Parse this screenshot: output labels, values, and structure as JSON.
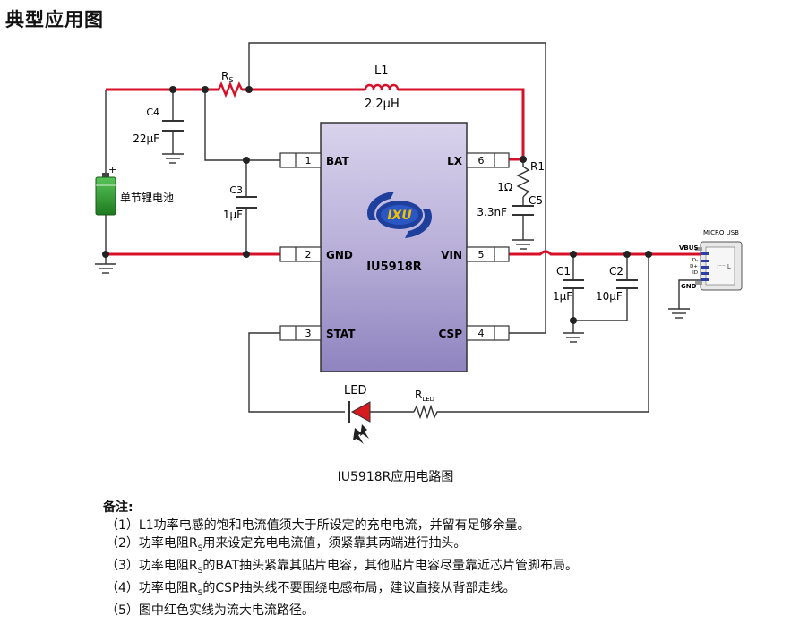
{
  "title": "典型应用图",
  "chip": {
    "logo": "IXU",
    "part": "IU5918R",
    "pins_left": [
      {
        "num": "1",
        "name": "BAT"
      },
      {
        "num": "2",
        "name": "GND"
      },
      {
        "num": "3",
        "name": "STAT"
      }
    ],
    "pins_right": [
      {
        "num": "6",
        "name": "LX"
      },
      {
        "num": "5",
        "name": "VIN"
      },
      {
        "num": "4",
        "name": "CSP"
      }
    ]
  },
  "components": {
    "rs": {
      "label": "R",
      "sub": "S"
    },
    "l1": {
      "label": "L1",
      "value": "2.2μH"
    },
    "c4": {
      "label": "C4",
      "value": "22μF"
    },
    "c3": {
      "label": "C3",
      "value": "1μF"
    },
    "battery": {
      "plus": "+",
      "label": "单节锂电池"
    },
    "r1": {
      "label": "R1",
      "value": "1Ω"
    },
    "c5": {
      "label": "C5",
      "value": "3.3nF"
    },
    "c1": {
      "label": "C1",
      "value": "1μF"
    },
    "c2": {
      "label": "C2",
      "value": "10μF"
    },
    "led": {
      "label": "LED"
    },
    "rled": {
      "label": "R",
      "sub": "LED"
    },
    "usb": {
      "title": "MICRO USB",
      "vbus": "VBUS",
      "gnd": "GND",
      "pins": [
        "D-",
        "D+",
        "ID"
      ]
    }
  },
  "colors": {
    "power_path": "#d7102a",
    "wire": "#333333",
    "chip_fill": "#b9b0d9",
    "logo_blue": "#1f3f9c",
    "logo_yellow": "#f2c200",
    "battery_green": "#2f8f2f",
    "led_red": "#d71920"
  },
  "caption": "IU5918R应用电路图",
  "notes_title": "备注:",
  "notes": [
    "（1）L1功率电感的饱和电流值须大于所设定的充电电流，并留有足够余量。",
    "（2）功率电阻R",
    "用来设定充电电流值，须紧靠其两端进行抽头。",
    "（3）功率电阻R",
    "的BAT抽头紧靠其贴片电容，其他贴片电容尽量靠近芯片管脚布局。",
    "（4）功率电阻R",
    "的CSP抽头线不要围绕电感布局，建议直接从背部走线。",
    "（5）图中红色实线为流大电流路径。"
  ],
  "notes_sub": "S"
}
